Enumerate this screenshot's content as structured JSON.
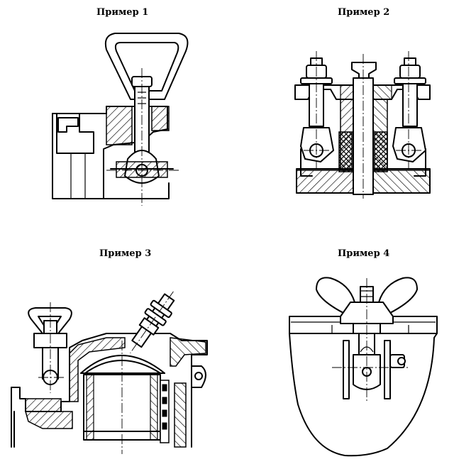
{
  "examples": [
    {
      "caption": "Пример 1"
    },
    {
      "caption": "Пример 2"
    },
    {
      "caption": "Пример 3"
    },
    {
      "caption": "Пример 4"
    }
  ]
}
